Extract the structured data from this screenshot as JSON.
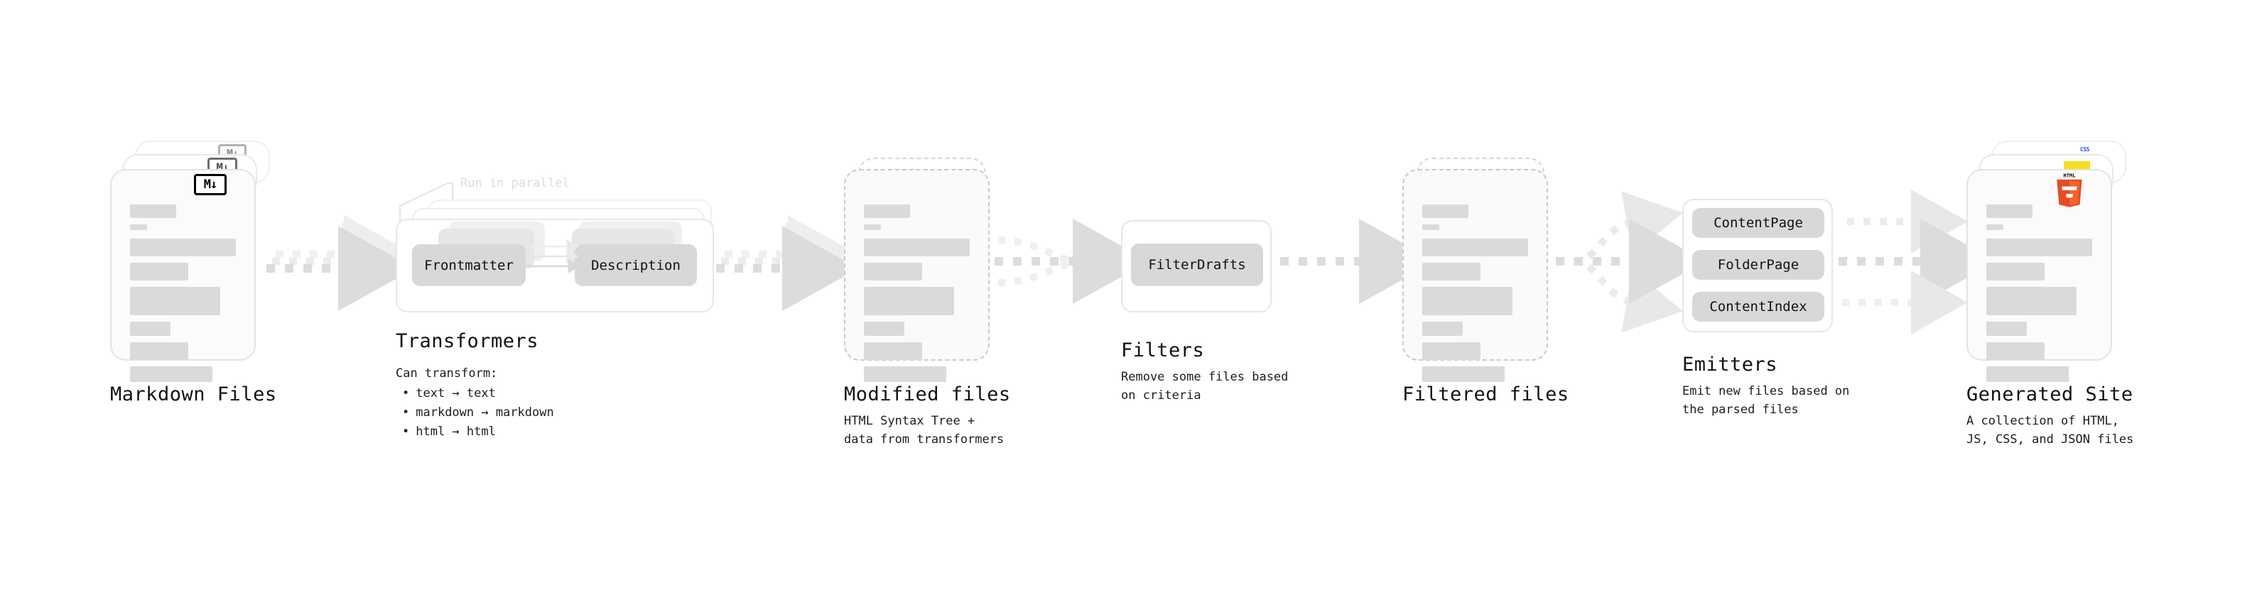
{
  "diagram": {
    "title_text": "",
    "colors": {
      "bg": "#ffffff",
      "card_border": "#e3e3e3",
      "card_fill": "#fbfbfb",
      "line_fill": "#dadada",
      "chip_fill": "#d8d8d8",
      "arrow": "#dddddd",
      "text": "#111111",
      "muted": "#dcdcdc",
      "html5_orange": "#e44d26",
      "html5_orange_light": "#f16529",
      "js_yellow": "#f7df1e",
      "css_blue": "#264de4"
    },
    "stages": [
      {
        "id": "markdown-files",
        "title": "Markdown Files",
        "subtitle": "",
        "badge": "M↓"
      },
      {
        "id": "transformers",
        "title": "Transformers",
        "sub_head": "Can transform:",
        "bullets": [
          "text → text",
          "markdown → markdown",
          "html → html"
        ],
        "annotation": "Run in parallel",
        "chips": [
          "Frontmatter",
          "Description"
        ]
      },
      {
        "id": "modified-files",
        "title": "Modified files",
        "subtitle": "HTML Syntax Tree +\ndata from transformers"
      },
      {
        "id": "filters",
        "title": "Filters",
        "subtitle": "Remove some files based\non criteria",
        "chips": [
          "FilterDrafts"
        ]
      },
      {
        "id": "filtered-files",
        "title": "Filtered files",
        "subtitle": ""
      },
      {
        "id": "emitters",
        "title": "Emitters",
        "subtitle": "Emit new files based on\nthe parsed files",
        "chips": [
          "ContentPage",
          "FolderPage",
          "ContentIndex"
        ]
      },
      {
        "id": "generated-site",
        "title": "Generated Site",
        "subtitle": "A collection of HTML,\nJS, CSS, and JSON files",
        "badges": [
          "HTML5",
          "JS",
          "CSS"
        ]
      }
    ]
  }
}
